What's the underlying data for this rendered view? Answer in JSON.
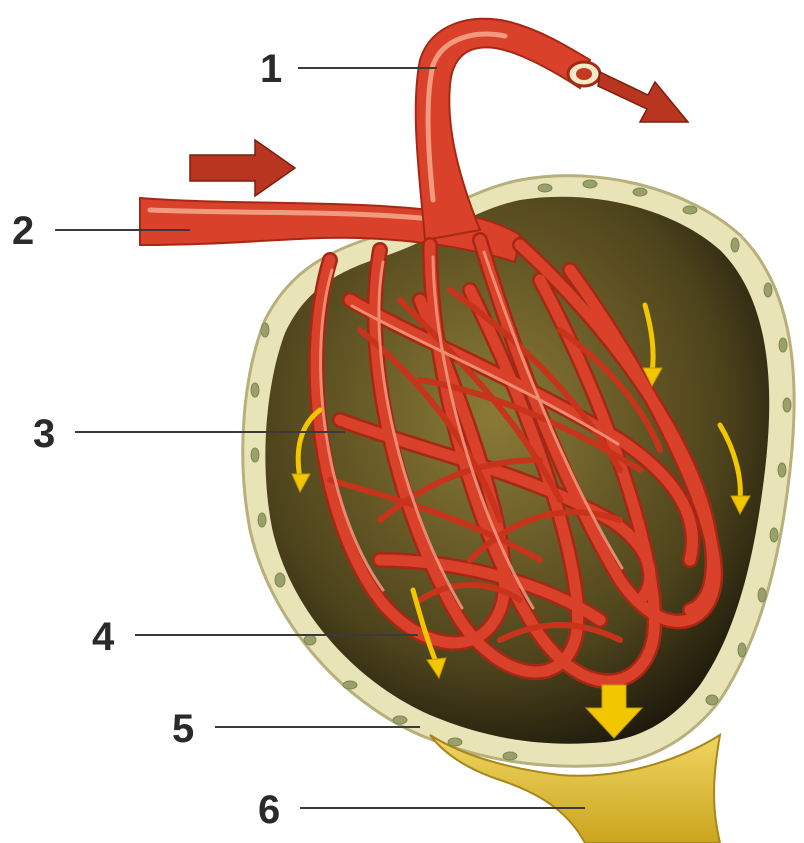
{
  "callouts": [
    {
      "number": "1"
    },
    {
      "number": "2"
    },
    {
      "number": "3"
    },
    {
      "number": "4"
    },
    {
      "number": "5"
    },
    {
      "number": "6"
    }
  ],
  "colors": {
    "vessel": "#d9412a",
    "vessel_dark": "#a52814",
    "vessel_highlight": "#f29a7e",
    "capsule_wall": "#e9e4b8",
    "capsule_space": "#6b5e2a",
    "tubule": "#e3c23a",
    "flow_arrow_red": "#b8361f",
    "flow_arrow_yellow": "#f2c600",
    "label_text": "#2a2a2a"
  }
}
